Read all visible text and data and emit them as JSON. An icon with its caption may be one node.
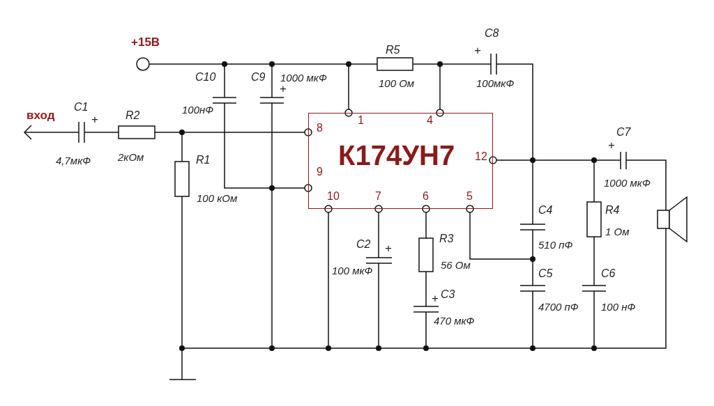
{
  "diagram": {
    "nodes": [
      {
        "text": [
          "К174УН7",
          "1",
          "4",
          "8",
          "9",
          "12",
          "10",
          "7",
          "6",
          "5"
        ]
      }
    ],
    "labels": [
      "+15В",
      "C8",
      "R5",
      "+",
      "C10",
      "C9",
      "1000 мкФ",
      "+",
      "100 Ом",
      "100мкФ",
      "вход",
      "C1",
      "+",
      "R2",
      "100нФ",
      "C7",
      "+",
      "4,7мкФ",
      "2кОм",
      "R1",
      "1000 мкФ",
      "100 кОм",
      "C4",
      "R4",
      "1 Ом",
      "R3",
      "C2",
      "+",
      "510 пФ",
      "100 мкФ",
      "56 Ом",
      "C5",
      "C6",
      "C3",
      "+",
      "4700 пФ",
      "100 нФ",
      "470 мкФ"
    ]
  }
}
